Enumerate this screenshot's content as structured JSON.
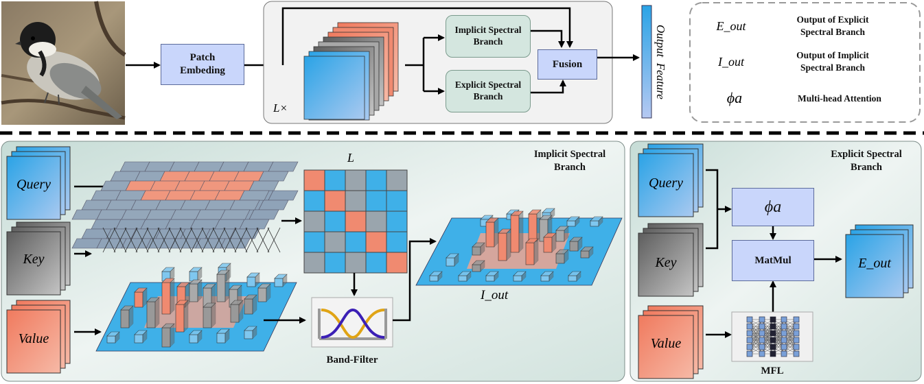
{
  "top": {
    "patch_embedding": "Patch\nEmbeding",
    "loop_label": "L×",
    "implicit_branch": "Implicit Spectral\nBranch",
    "explicit_branch": "Explicit Spectral\nBranch",
    "fusion": "Fusion",
    "output_feature": "Output  Feature"
  },
  "legend": {
    "items": [
      {
        "symbol": "E_out",
        "desc": "Output of Explicit\nSpectral Branch"
      },
      {
        "symbol": "I_out",
        "desc": "Output  of Implicit\nSpectral Branch"
      },
      {
        "symbol": "ϕa",
        "desc": "Multi-head Attention"
      }
    ]
  },
  "implicit_panel": {
    "title": "Implicit Spectral\nBranch",
    "query": "Query",
    "key": "Key",
    "value": "Value",
    "matrix_label": "L",
    "band_filter": "Band-Filter",
    "output": "I_out"
  },
  "explicit_panel": {
    "title": "Explicit Spectral\nBranch",
    "query": "Query",
    "key": "Key",
    "value": "Value",
    "attention": "ϕa",
    "matmul": "MatMul",
    "mfl": "MFL",
    "output": "E_out"
  },
  "colors": {
    "blue": "#3fb0e8",
    "salmon": "#f08a70",
    "gray": "#8a8a8a",
    "panel": "#dde9e6",
    "box_blue": "#c9d6fb",
    "box_green": "#d4e6df"
  }
}
